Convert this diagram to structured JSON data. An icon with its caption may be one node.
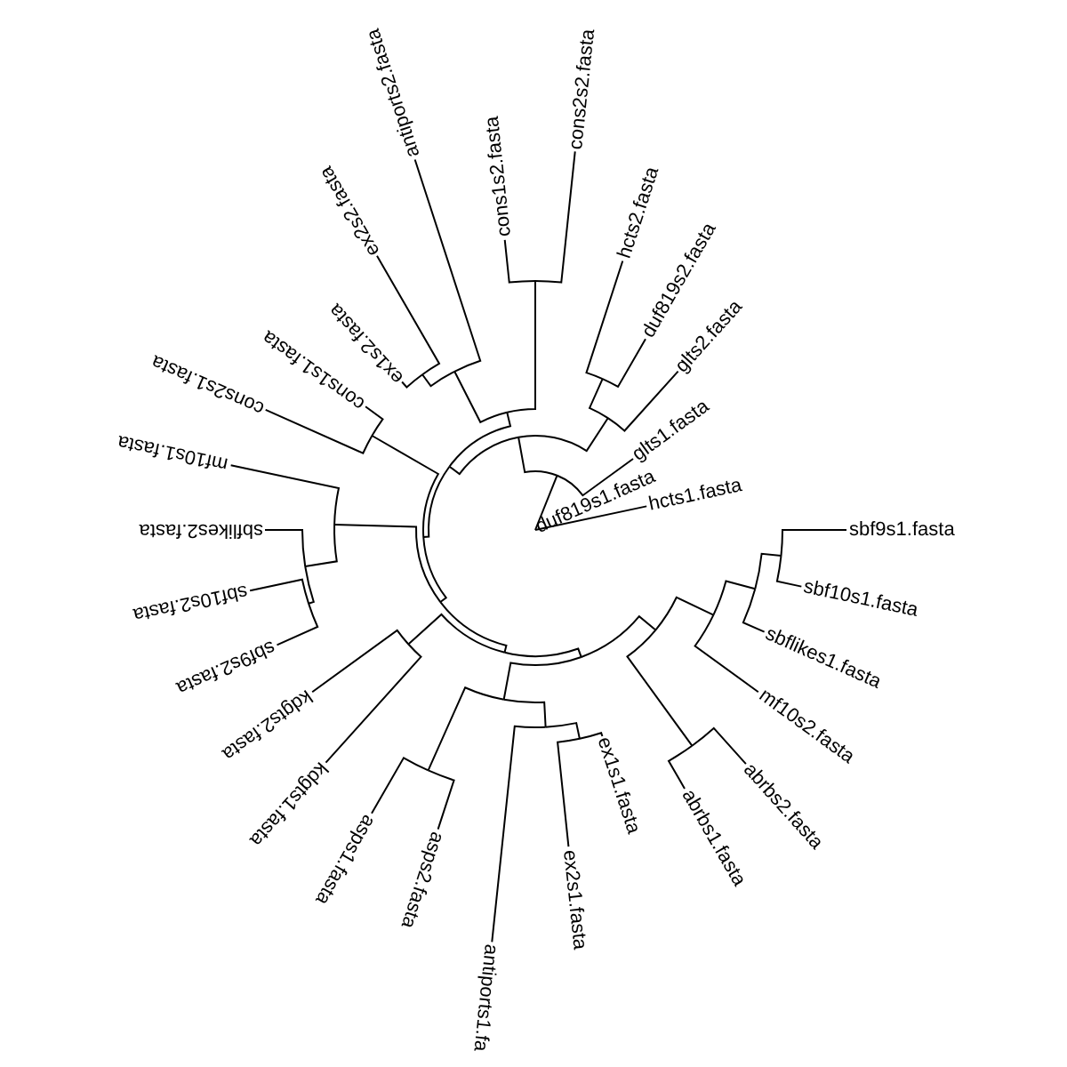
{
  "diagram": {
    "nodes": [
      {
        "text": [
          "hcts1.fasta"
        ]
      },
      {
        "text": [
          "duf819s1.fasta"
        ]
      },
      {
        "text": [
          "glts1.fasta"
        ]
      },
      {
        "text": [
          "glts2.fasta"
        ]
      },
      {
        "text": [
          "duf819s2.fasta"
        ]
      },
      {
        "text": [
          "hcts2.fasta"
        ]
      },
      {
        "text": [
          "cons2s2.fasta"
        ]
      },
      {
        "text": [
          "cons1s2.fasta"
        ]
      },
      {
        "text": [
          "antiports2.fasta"
        ]
      },
      {
        "text": [
          "ex2s2.fasta"
        ]
      },
      {
        "text": [
          "ex1s2.fasta"
        ]
      },
      {
        "text": [
          "cons1s1.fasta"
        ]
      },
      {
        "text": [
          "cons2s1.fasta"
        ]
      },
      {
        "text": [
          "mf10s1.fasta"
        ]
      },
      {
        "text": [
          "sbflikes2.fasta"
        ]
      },
      {
        "text": [
          "sbf10s2.fasta"
        ]
      },
      {
        "text": [
          "sbf9s2.fasta"
        ]
      },
      {
        "text": [
          "kdgts2.fasta"
        ]
      },
      {
        "text": [
          "kdgts1.fasta"
        ]
      },
      {
        "text": [
          "asps1.fasta"
        ]
      },
      {
        "text": [
          "asps2.fasta"
        ]
      },
      {
        "text": [
          "antiports1.fa"
        ]
      },
      {
        "text": [
          "ex2s1.fasta"
        ]
      },
      {
        "text": [
          "ex1s1.fasta"
        ]
      },
      {
        "text": [
          "abrbs1.fasta"
        ]
      },
      {
        "text": [
          "abrbs2.fasta"
        ]
      },
      {
        "text": [
          "mf10s2.fasta"
        ]
      },
      {
        "text": [
          "sbflikes1.fasta"
        ]
      },
      {
        "text": [
          "sbf10s1.fasta"
        ]
      },
      {
        "text": [
          "sbf9s1.fasta"
        ]
      }
    ],
    "edges": [
      {
        "from": 1,
        "to": 0,
        "arrow": "none"
      },
      {
        "from": 1,
        "to": 2,
        "arrow": "none"
      },
      {
        "from": 1,
        "to": 3,
        "arrow": "none"
      },
      {
        "from": 1,
        "to": 4,
        "arrow": "none"
      },
      {
        "from": 1,
        "to": 5,
        "arrow": "none"
      },
      {
        "from": 1,
        "to": 6,
        "arrow": "none"
      },
      {
        "from": 1,
        "to": 7,
        "arrow": "none"
      },
      {
        "from": 1,
        "to": 8,
        "arrow": "none"
      },
      {
        "from": 1,
        "to": 9,
        "arrow": "none"
      },
      {
        "from": 1,
        "to": 10,
        "arrow": "none"
      },
      {
        "from": 1,
        "to": 11,
        "arrow": "none"
      },
      {
        "from": 1,
        "to": 12,
        "arrow": "none"
      },
      {
        "from": 1,
        "to": 13,
        "arrow": "none"
      },
      {
        "from": 1,
        "to": 14,
        "arrow": "none"
      },
      {
        "from": 1,
        "to": 15,
        "arrow": "none"
      },
      {
        "from": 1,
        "to": 16,
        "arrow": "none"
      },
      {
        "from": 1,
        "to": 17,
        "arrow": "none"
      },
      {
        "from": 1,
        "to": 18,
        "arrow": "none"
      },
      {
        "from": 1,
        "to": 19,
        "arrow": "none"
      },
      {
        "from": 1,
        "to": 20,
        "arrow": "none"
      },
      {
        "from": 1,
        "to": 21,
        "arrow": "none"
      },
      {
        "from": 1,
        "to": 22,
        "arrow": "none"
      },
      {
        "from": 1,
        "to": 23,
        "arrow": "none"
      },
      {
        "from": 1,
        "to": 24,
        "arrow": "none"
      },
      {
        "from": 1,
        "to": 25,
        "arrow": "none"
      },
      {
        "from": 1,
        "to": 26,
        "arrow": "none"
      },
      {
        "from": 1,
        "to": 27,
        "arrow": "none"
      },
      {
        "from": 1,
        "to": 28,
        "arrow": "none"
      },
      {
        "from": 1,
        "to": 29,
        "arrow": "none"
      }
    ]
  }
}
